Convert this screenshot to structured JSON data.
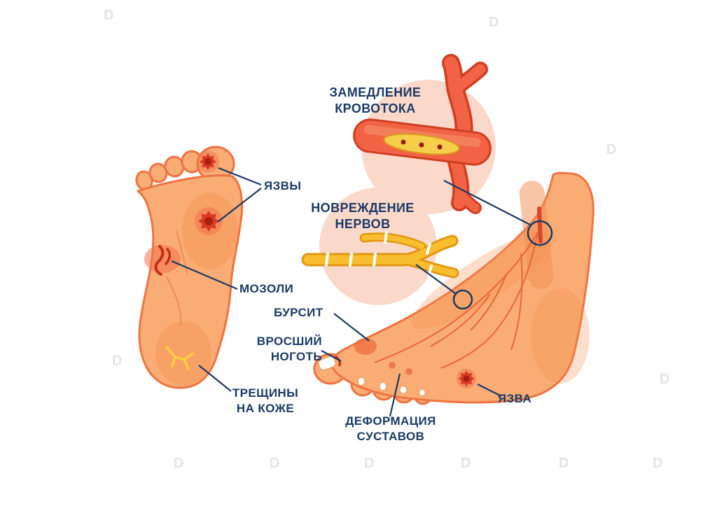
{
  "title": "Осложнения диабетической стопы — инфографика",
  "colors": {
    "label_navy": "#1B3A66",
    "foot_fill": "#F9AC74",
    "foot_outline": "#EE7342",
    "vessel_red": "#F16344",
    "vessel_outline": "#D03E20",
    "nerve_yellow": "#F8BE2F",
    "nerve_outline": "#E29712",
    "plaque_yellow": "#F6CE4B",
    "pink_circle": "#FBD9CA",
    "ulcer_red": "#D93A25",
    "crack_yellow": "#F7CE3F"
  },
  "labels": {
    "slow_blood_flow": {
      "line1": "ЗАМЕДЛЕНИЕ",
      "line2": "КРОВОТОКА"
    },
    "nerve_damage": {
      "line1": "НОВРЕЖДЕНИЕ",
      "line2": "НЕРВОВ"
    },
    "ulcers": {
      "text": "ЯЗВЫ"
    },
    "calluses": {
      "text": "МОЗОЛИ"
    },
    "bursitis": {
      "text": "БУРСИТ"
    },
    "ingrown_nail": {
      "line1": "ВРОСШИЙ",
      "line2": "НОГОТЬ"
    },
    "skin_cracks": {
      "line1": "ТРЕЩИНЫ",
      "line2": "НА КОЖЕ"
    },
    "joint_deformation": {
      "line1": "ДЕФОРМАЦИЯ",
      "line2": "СУСТАВОВ"
    },
    "ulcer": {
      "text": "ЯЗВА"
    }
  },
  "watermark": {
    "glyph": "D"
  }
}
